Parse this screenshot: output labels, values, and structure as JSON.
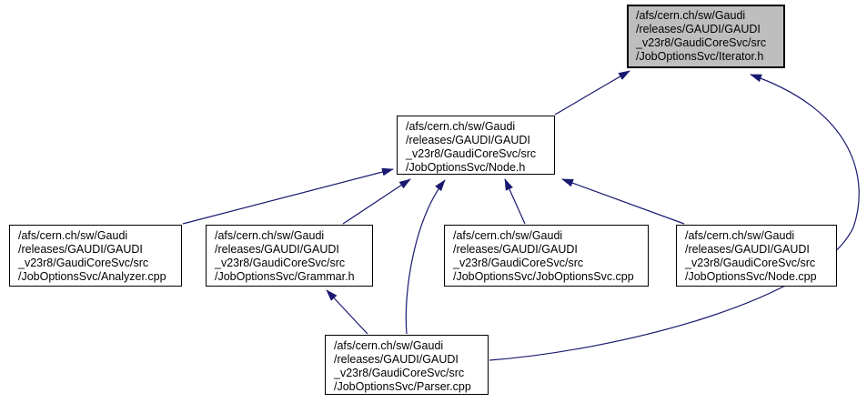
{
  "diagram": {
    "type": "include-dependency-graph",
    "background_color": "#ffffff",
    "edge_color": "#191970",
    "node_border_color": "#000000",
    "current_node_fill": "#bebebe",
    "default_node_fill": "#ffffff",
    "nodes": {
      "iterator": {
        "label": "/afs/cern.ch/sw/Gaudi\n/releases/GAUDI/GAUDI\n_v23r8/GaudiCoreSvc/src\n/JobOptionsSvc/Iterator.h",
        "role": "current",
        "fill": "#bebebe"
      },
      "node_h": {
        "label": "/afs/cern.ch/sw/Gaudi\n/releases/GAUDI/GAUDI\n_v23r8/GaudiCoreSvc/src\n/JobOptionsSvc/Node.h",
        "role": "header",
        "fill": "#ffffff"
      },
      "analyzer_cpp": {
        "label": "/afs/cern.ch/sw/Gaudi\n/releases/GAUDI/GAUDI\n_v23r8/GaudiCoreSvc/src\n/JobOptionsSvc/Analyzer.cpp",
        "role": "source",
        "fill": "#ffffff"
      },
      "grammar_h": {
        "label": "/afs/cern.ch/sw/Gaudi\n/releases/GAUDI/GAUDI\n_v23r8/GaudiCoreSvc/src\n/JobOptionsSvc/Grammar.h",
        "role": "header",
        "fill": "#ffffff"
      },
      "joboptionssvc_cpp": {
        "label": "/afs/cern.ch/sw/Gaudi\n/releases/GAUDI/GAUDI\n_v23r8/GaudiCoreSvc/src\n/JobOptionsSvc/JobOptionsSvc.cpp",
        "role": "source",
        "fill": "#ffffff"
      },
      "node_cpp": {
        "label": "/afs/cern.ch/sw/Gaudi\n/releases/GAUDI/GAUDI\n_v23r8/GaudiCoreSvc/src\n/JobOptionsSvc/Node.cpp",
        "role": "source",
        "fill": "#ffffff"
      },
      "parser_cpp": {
        "label": "/afs/cern.ch/sw/Gaudi\n/releases/GAUDI/GAUDI\n_v23r8/GaudiCoreSvc/src\n/JobOptionsSvc/Parser.cpp",
        "role": "source",
        "fill": "#ffffff"
      }
    },
    "edges": [
      {
        "from": "node_h",
        "to": "iterator"
      },
      {
        "from": "parser_cpp",
        "to": "iterator"
      },
      {
        "from": "analyzer_cpp",
        "to": "node_h"
      },
      {
        "from": "grammar_h",
        "to": "node_h"
      },
      {
        "from": "parser_cpp",
        "to": "node_h"
      },
      {
        "from": "joboptionssvc_cpp",
        "to": "node_h"
      },
      {
        "from": "node_cpp",
        "to": "node_h"
      },
      {
        "from": "parser_cpp",
        "to": "grammar_h"
      }
    ]
  }
}
